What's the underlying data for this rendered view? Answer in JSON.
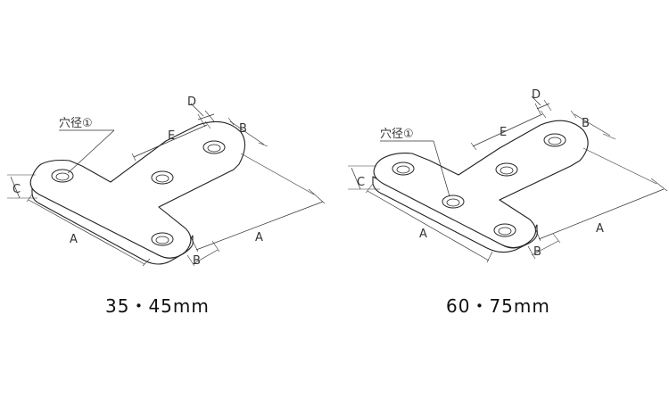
{
  "figures": [
    {
      "caption": "35・45mm",
      "labels": {
        "A1": "A",
        "A2": "A",
        "B1": "B",
        "B2": "B",
        "C": "C",
        "D": "D",
        "E": "E",
        "hole": "穴径①"
      }
    },
    {
      "caption": "60・75mm",
      "labels": {
        "A1": "A",
        "A2": "A",
        "B1": "B",
        "B2": "B",
        "C": "C",
        "D": "D",
        "E": "E",
        "hole": "穴径①"
      }
    }
  ]
}
